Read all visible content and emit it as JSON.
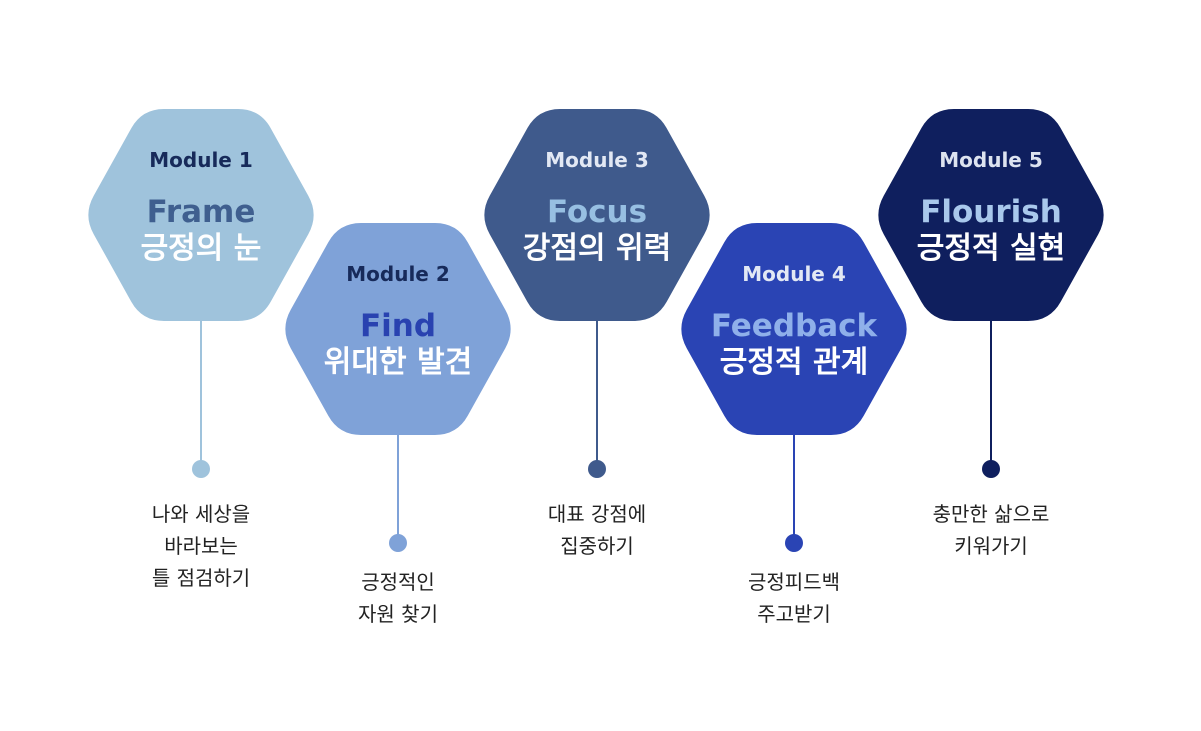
{
  "modules": [
    {
      "module_label": "Module 1",
      "title_en": "Frame",
      "title_ko": "긍정의 눈",
      "desc_lines": [
        "나와 세상을",
        "바라보는",
        "틀 점검하기"
      ],
      "hex_color": "#9fc3dc",
      "module_label_color": "#172a5a",
      "title_en_color": "#3f5f8f"
    },
    {
      "module_label": "Module 2",
      "title_en": "Find",
      "title_ko": "위대한 발견",
      "desc_lines": [
        "긍정적인",
        "자원 찾기"
      ],
      "hex_color": "#7fa2d8",
      "module_label_color": "#172a5a",
      "title_en_color": "#2942b0"
    },
    {
      "module_label": "Module 3",
      "title_en": "Focus",
      "title_ko": "강점의 위력",
      "desc_lines": [
        "대표 강점에",
        "집중하기"
      ],
      "hex_color": "#3f5a8c",
      "module_label_color": "#e2e8f4",
      "title_en_color": "#97bfe2"
    },
    {
      "module_label": "Module 4",
      "title_en": "Feedback",
      "title_ko": "긍정적 관계",
      "desc_lines": [
        "긍정피드백",
        "주고받기"
      ],
      "hex_color": "#2a44b4",
      "module_label_color": "#e2e8f4",
      "title_en_color": "#8fb0ea"
    },
    {
      "module_label": "Module 5",
      "title_en": "Flourish",
      "title_ko": "긍정적 실현",
      "desc_lines": [
        "충만한 삶으로",
        "키워가기"
      ],
      "hex_color": "#0f1f5e",
      "module_label_color": "#dde3f0",
      "title_en_color": "#a9c8ec"
    }
  ]
}
